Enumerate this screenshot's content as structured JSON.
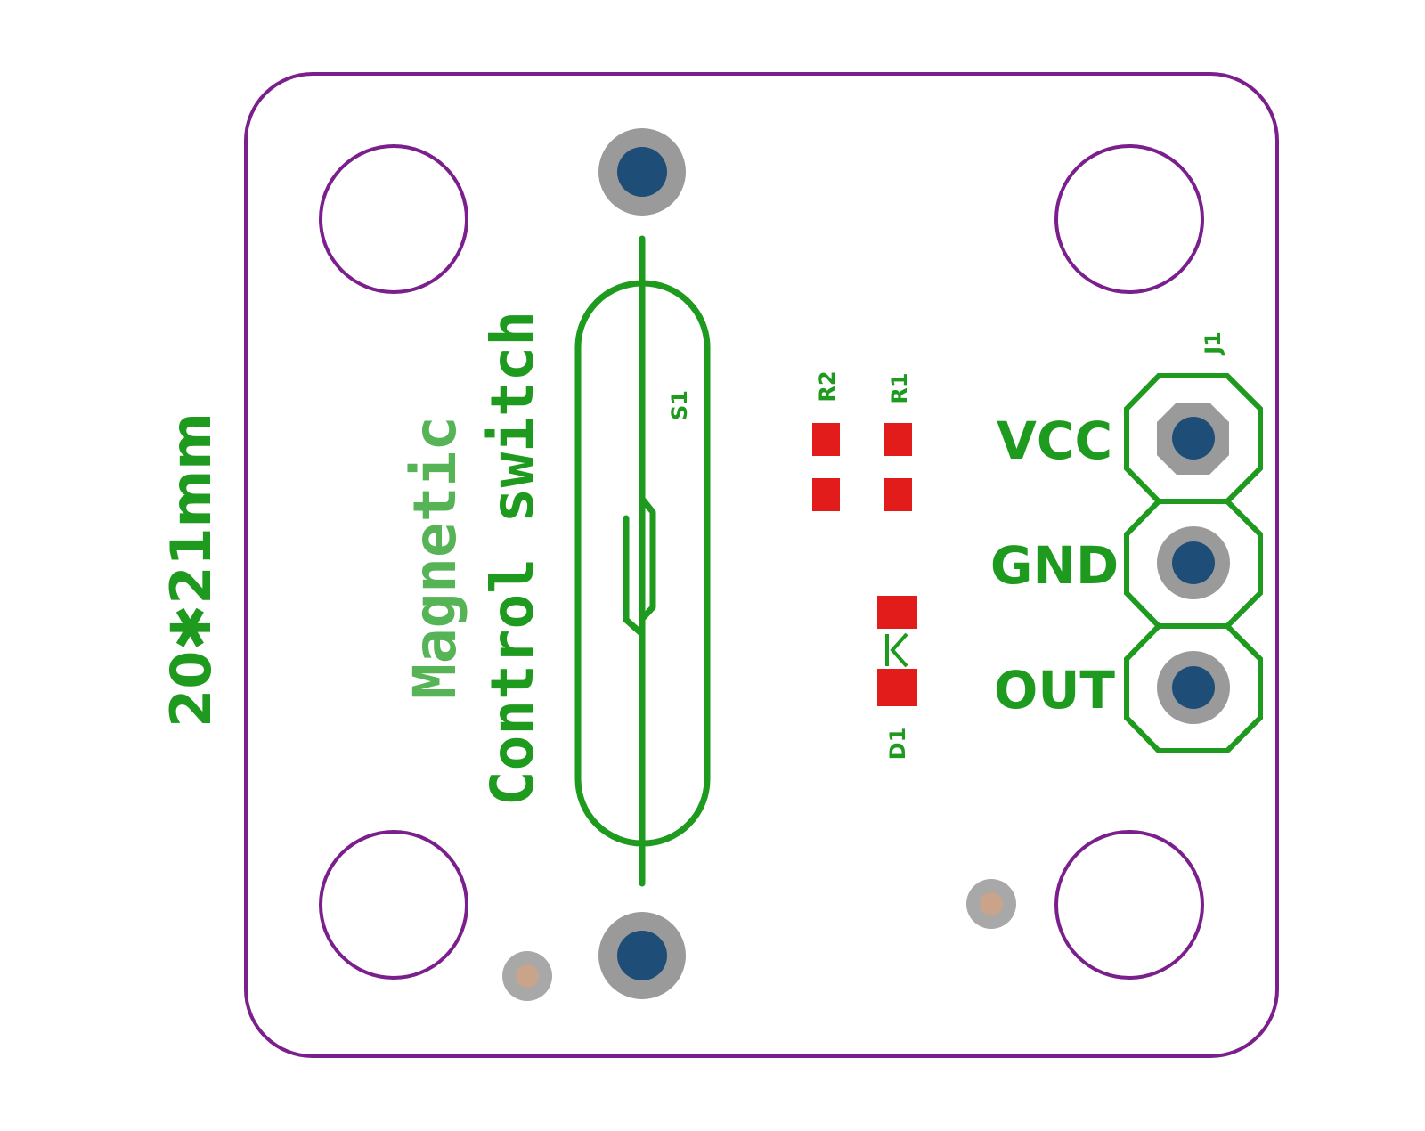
{
  "dimension_label": "20✱21mm",
  "title_line1": "Magnetic",
  "title_line2": "Control switch",
  "refdes": {
    "switch": "S1",
    "r1": "R1",
    "r2": "R2",
    "diode": "D1",
    "header": "J1"
  },
  "pins": [
    {
      "label": "VCC"
    },
    {
      "label": "GND"
    },
    {
      "label": "OUT"
    }
  ],
  "colors": {
    "outline": "#7a1f8c",
    "silkscreen": "#1e9a1e",
    "pad_red": "#e21b1b",
    "pad_ring": "#9a9a9a",
    "drill": "#1e4d78",
    "via_core": "#c9a48a"
  }
}
